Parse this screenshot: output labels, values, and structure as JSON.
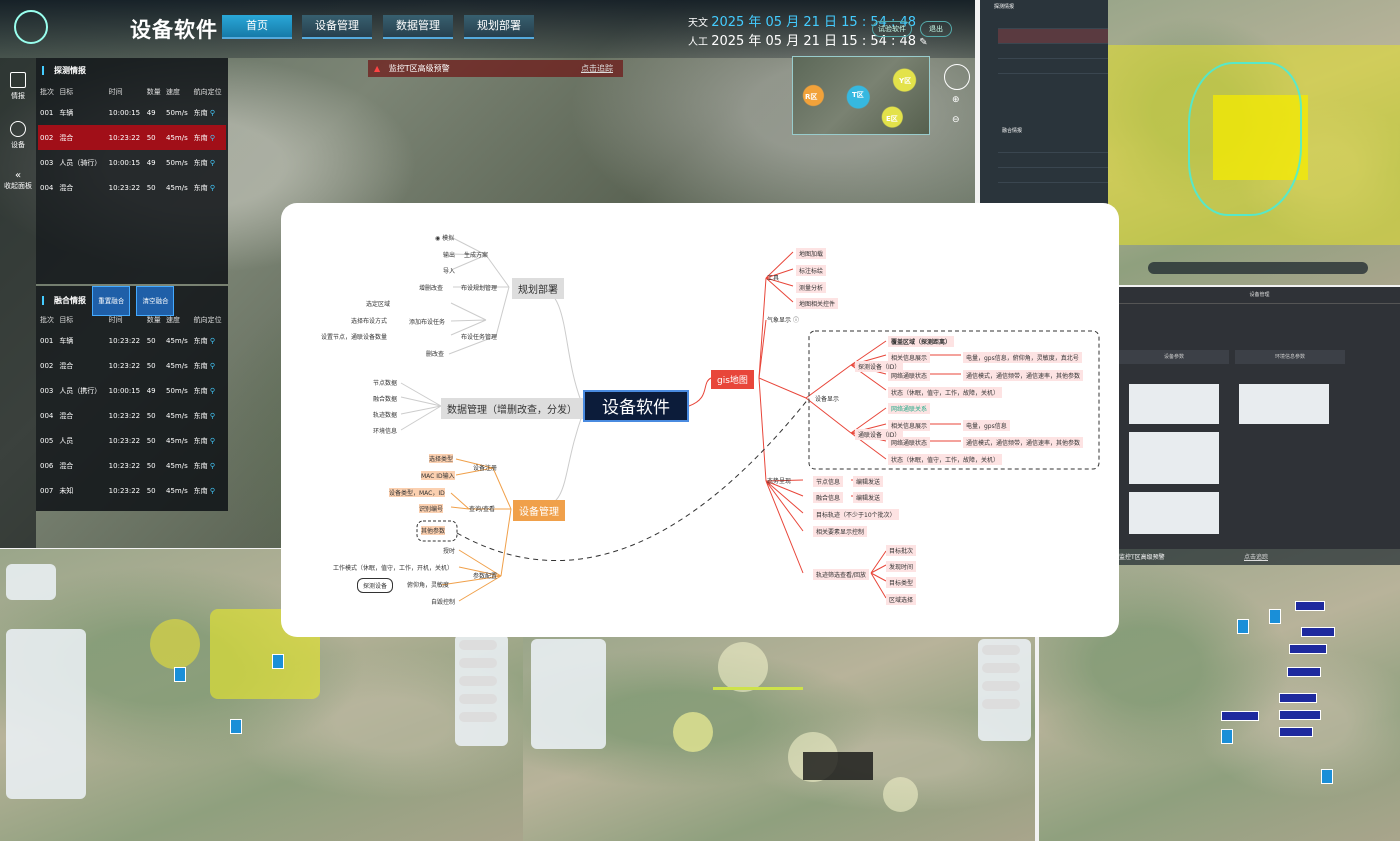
{
  "dashboard": {
    "title": "设备软件",
    "nav": [
      "首页",
      "设备管理",
      "数据管理",
      "规划部署"
    ],
    "time_astro_label": "天文",
    "time_astro": "2025 年 05 月 21 日 15 : 54 : 48",
    "time_manual_label": "人工",
    "time_manual": "2025 年 05 月 21 日 15 : 54 : 48",
    "btn_right1": "试验软件",
    "btn_right2": "退出",
    "alarm_text": "监控T区高级预警",
    "alarm_link": "点击追踪",
    "side": [
      {
        "label": "情报",
        "icon": "intel-icon"
      },
      {
        "label": "设备",
        "icon": "device-icon"
      },
      {
        "label": "收起面板",
        "icon": "collapse-icon"
      }
    ],
    "detect_panel": {
      "title": "探测情报",
      "headers": [
        "批次",
        "目标",
        "时间",
        "数量",
        "速度",
        "航向定位"
      ],
      "rows": [
        [
          "001",
          "车辆",
          "10:00:15",
          "49",
          "50m/s",
          "东南"
        ],
        [
          "002",
          "混合",
          "10:23:22",
          "50",
          "45m/s",
          "东南"
        ],
        [
          "003",
          "人员（骑行）",
          "10:00:15",
          "49",
          "50m/s",
          "东南"
        ],
        [
          "004",
          "混合",
          "10:23:22",
          "50",
          "45m/s",
          "东南"
        ]
      ]
    },
    "fusion_panel": {
      "title": "融合情报",
      "btn1": "重置融合",
      "btn2": "清空融合",
      "headers": [
        "批次",
        "目标",
        "时间",
        "数量",
        "速度",
        "航向定位"
      ],
      "rows": [
        [
          "001",
          "车辆",
          "10:23:22",
          "50",
          "45m/s",
          "东南"
        ],
        [
          "002",
          "混合",
          "10:23:22",
          "50",
          "45m/s",
          "东南"
        ],
        [
          "003",
          "人员（携行）",
          "10:00:15",
          "49",
          "50m/s",
          "东南"
        ],
        [
          "004",
          "混合",
          "10:23:22",
          "50",
          "45m/s",
          "东南"
        ],
        [
          "005",
          "人员",
          "10:23:22",
          "50",
          "45m/s",
          "东南"
        ],
        [
          "006",
          "混合",
          "10:23:22",
          "50",
          "45m/s",
          "东南"
        ],
        [
          "007",
          "未知",
          "10:23:22",
          "50",
          "45m/s",
          "东南"
        ]
      ]
    },
    "minimap_labels": [
      "R区",
      "T区",
      "Y区",
      "E区"
    ]
  },
  "mindmap": {
    "central": "设备软件",
    "plan": {
      "label": "规划部署",
      "gen": "生成方案",
      "gen_items": [
        "模拟",
        "输出",
        "导入"
      ],
      "plan_mgmt": "布设规划管理",
      "plan_mgmt_item": "增删改查",
      "task_mgmt": "布设任务管理",
      "add_task": "添加布设任务",
      "add_items": [
        "选定区域",
        "选择布设方式",
        "设置节点，通联设备数量"
      ],
      "del_item": "删改查"
    },
    "data": {
      "label": "数据管理（增删改查，分发）",
      "items": [
        "节点数据",
        "融合数据",
        "轨迹数据",
        "环境信息"
      ]
    },
    "device": {
      "label": "设备管理",
      "reg": "设备注册",
      "reg_items": [
        "选择类型",
        "MAC ID输入"
      ],
      "query": "查询/查看",
      "query_items": [
        "设备类型，MAC，ID",
        "识别编号"
      ],
      "other": "其他参数",
      "param": "参数配置",
      "param_items": [
        "授时",
        "工作模式（休眠，值守，工作，开机，关机）",
        "俯仰角，灵敏度",
        "自毁控制"
      ],
      "detect_dev": "探测设备"
    },
    "gis": {
      "label": "gis地图",
      "tools": "工具",
      "tool_items": [
        "地图加载",
        "标注标绘",
        "测量分析",
        "地图相关控件"
      ],
      "weather": "气象显示",
      "dev_show": "设备显示",
      "detect": "探测设备（ID）",
      "area": "覆盖区域（探测距离）",
      "info": "相关信息展示",
      "info_text": "电量，gps信息，俯仰角，灵敏度，真北号",
      "net": "网络通联状态",
      "net_text": "通信模式，通信频带，通信速率，其他参数",
      "status": "状态（休眠，值守，工作，故障，关机）",
      "comm": "通联设备（ID）",
      "relation": "网络通联关系",
      "comm_info_text": "电量，gps信息",
      "comm_net_text": "通信模式，通信频带，通信速率，其他参数",
      "comm_status": "状态（休眠，值守，工作，故障，关机）",
      "situation": "态势呈现",
      "node_info": "节点信息",
      "fusion_info": "融合信息",
      "edit_send": "编辑发送",
      "track": "目标轨迹（不少于10个批次）",
      "elements": "相关要素显示控制",
      "filter": "轨迹筛选查看/回放",
      "filter_items": [
        "目标批次",
        "发现时间",
        "目标类型",
        "区域选择"
      ]
    }
  },
  "right_tiles": {
    "tile1_title": "探测情报",
    "tile1_title2": "融合情报",
    "tile3_title": "设备管理",
    "tile3_sub": "设备参数",
    "tile3_sub2": "环境信息参数"
  },
  "bottom_tiles": {
    "t3_alarm": "监控T区高级预警",
    "t3_link": "点击追踪"
  },
  "colors": {
    "accent": "#2aa8d8",
    "highlight_row": "#a10f18",
    "gis_red": "#e8463a",
    "device_orange": "#f0a04a"
  }
}
